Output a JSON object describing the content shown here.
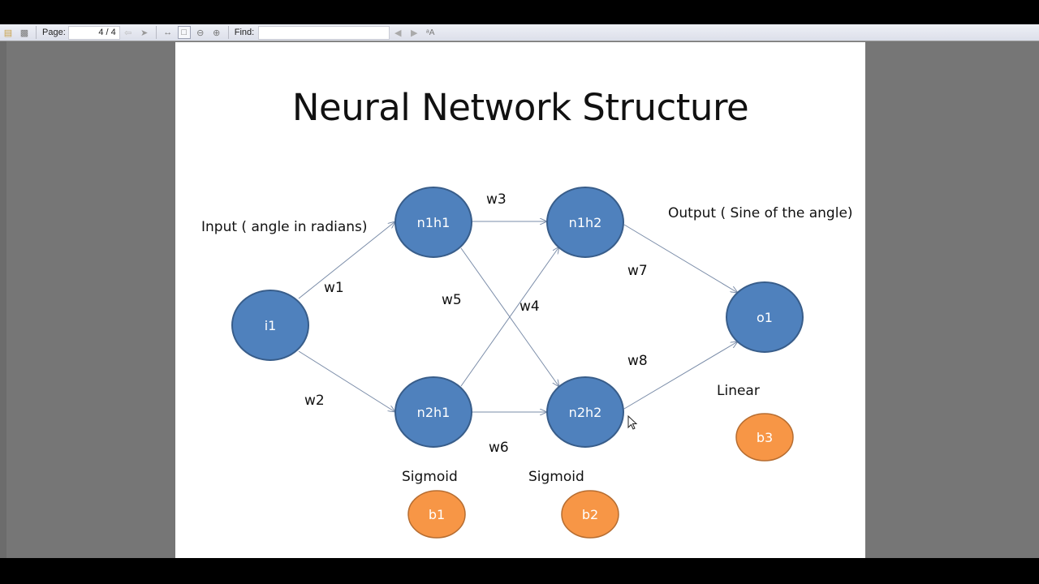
{
  "toolbar": {
    "page_label": "Page:",
    "page_current": "4",
    "page_total": "/ 4",
    "find_label": "Find:",
    "find_value": "",
    "icons": [
      "document-icon",
      "print-icon",
      "prev-page-icon",
      "next-page-icon",
      "fit-width-icon",
      "fit-page-icon",
      "zoom-out-icon",
      "zoom-in-icon",
      "find-prev-icon",
      "find-next-icon",
      "match-case-icon"
    ]
  },
  "slide": {
    "title": "Neural Network Structure",
    "input_label": "Input ( angle in radians)",
    "output_label": "Output ( Sine of the angle)",
    "nodes": {
      "i1": "i1",
      "n1h1": "n1h1",
      "n2h1": "n2h1",
      "n1h2": "n1h2",
      "n2h2": "n2h2",
      "o1": "o1",
      "b1": "b1",
      "b2": "b2",
      "b3": "b3"
    },
    "weights": {
      "w1": "w1",
      "w2": "w2",
      "w3": "w3",
      "w4": "w4",
      "w5": "w5",
      "w6": "w6",
      "w7": "w7",
      "w8": "w8"
    },
    "activations": {
      "layer1": "Sigmoid",
      "layer2": "Sigmoid",
      "output": "Linear"
    },
    "colors": {
      "neuron_fill": "#4f81bd",
      "neuron_stroke": "#385d8a",
      "bias_fill": "#f79646",
      "bias_stroke": "#b66d31",
      "edge": "#7a8ca8"
    }
  }
}
